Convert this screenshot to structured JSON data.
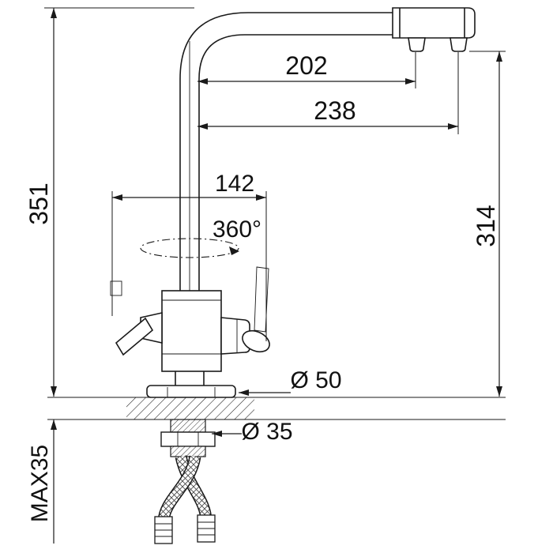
{
  "drawing": {
    "kind": "kitchen-faucet-dimension-diagram",
    "line_color": "#1a1a1a",
    "background_color": "#ffffff"
  },
  "dims": {
    "spout_reach_inner": "202",
    "spout_reach_outer": "238",
    "handle_swing_width": "142",
    "total_height": "351",
    "spout_height": "314",
    "rotation": "360°",
    "base_diameter": "Ø 50",
    "hole_diameter": "Ø 35",
    "max_counter_thickness": "MAX35"
  }
}
